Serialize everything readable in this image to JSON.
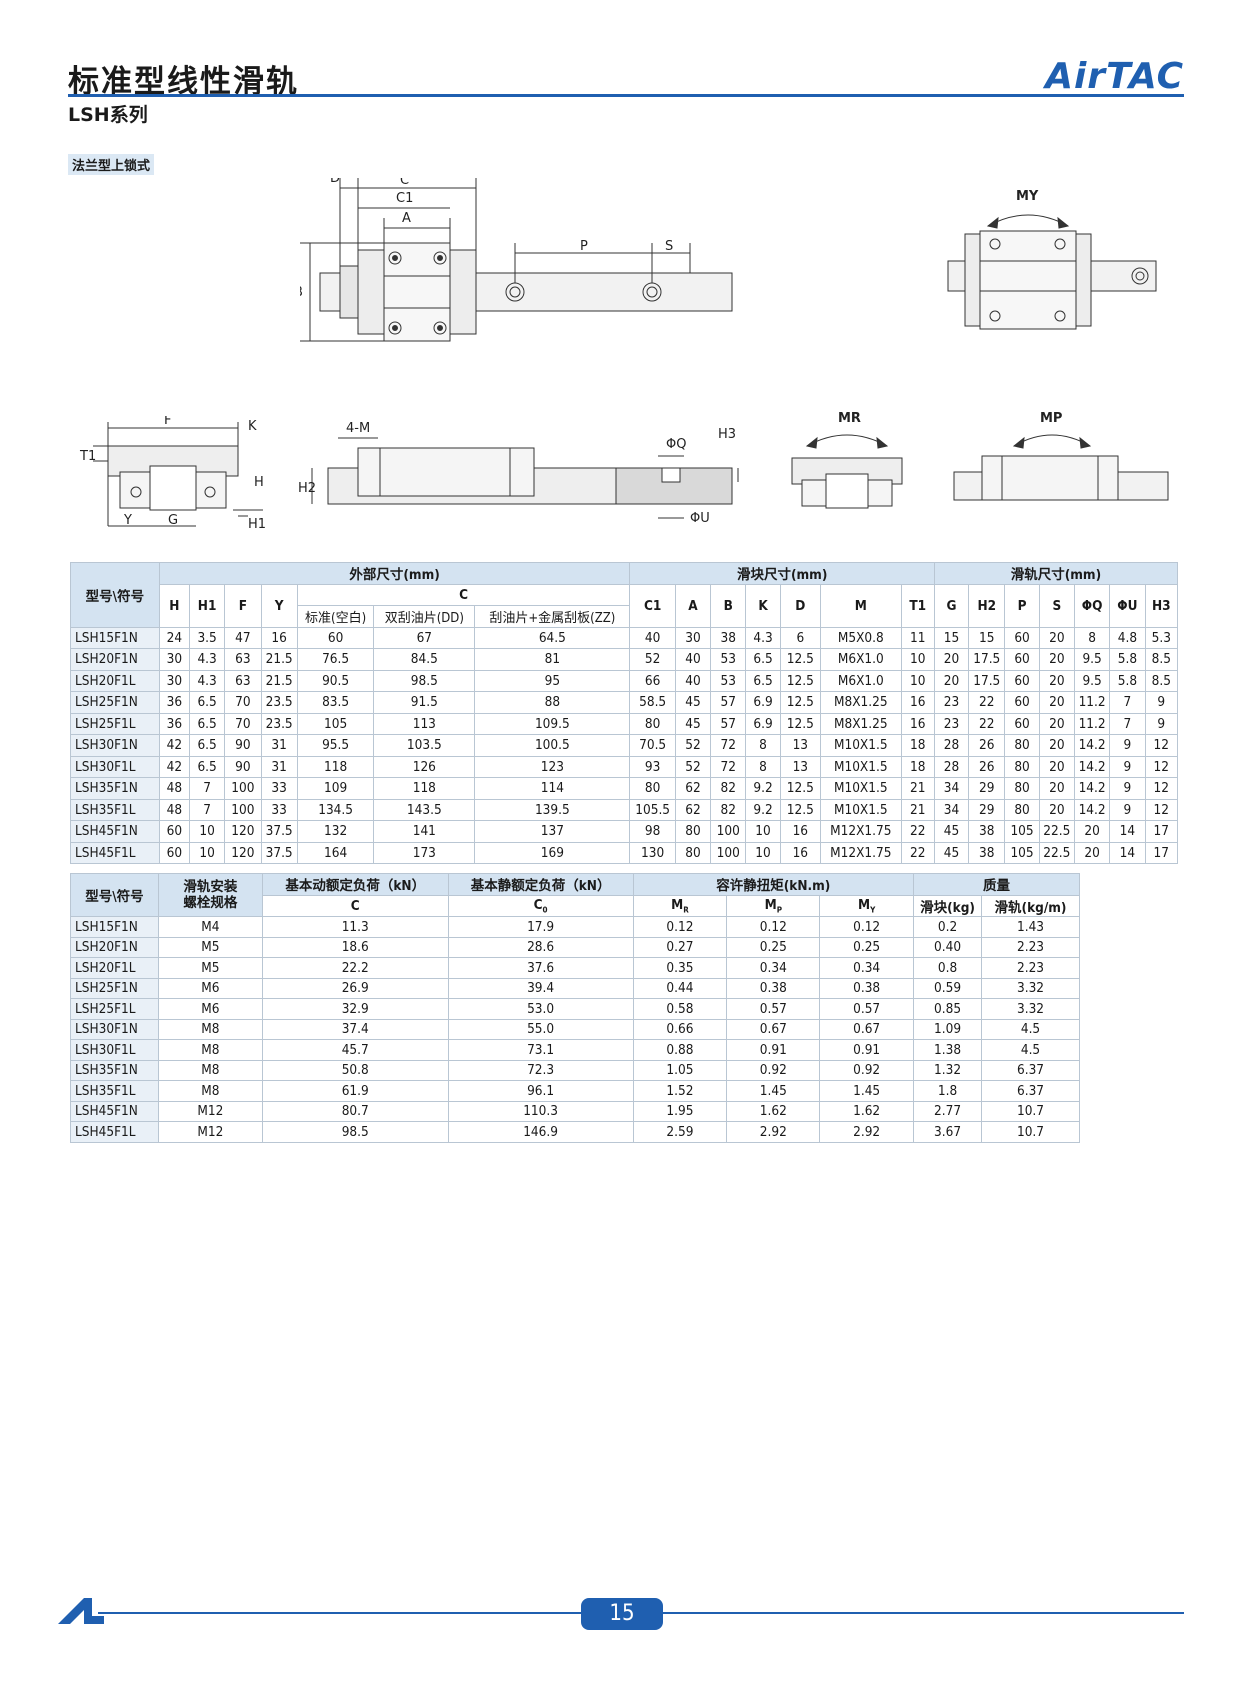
{
  "header": {
    "title": "标准型线性滑轨",
    "logo": "AirTAC",
    "subtitle": "LSH系列",
    "section_tag": "法兰型上锁式"
  },
  "colors": {
    "accent": "#1f5fb0",
    "header_fill": "#d4e3f1",
    "model_fill": "#e9f0f7"
  },
  "drawing_labels": {
    "top_view": [
      "D",
      "C",
      "C1",
      "A",
      "P",
      "S",
      "B"
    ],
    "end_view": [
      "F",
      "K",
      "T1",
      "H",
      "Y",
      "G",
      "H1"
    ],
    "side_view": [
      "4-M",
      "ΦQ",
      "H3",
      "H2",
      "ΦU"
    ],
    "moment_y": "MY",
    "moment_r": "MR",
    "moment_p": "MP"
  },
  "table1": {
    "model_header": "型号\\符号",
    "group_outer": "外部尺寸(mm)",
    "group_block": "滑块尺寸(mm)",
    "group_rail": "滑轨尺寸(mm)",
    "c_group": "C",
    "cols": [
      "H",
      "H1",
      "F",
      "Y",
      "C1",
      "A",
      "B",
      "K",
      "D",
      "M",
      "T1",
      "G",
      "H2",
      "P",
      "S",
      "ΦQ",
      "ΦU",
      "H3"
    ],
    "c_sub": [
      "标准(空白)",
      "双刮油片(DD)",
      "刮油片+金属刮板(ZZ)"
    ],
    "rows": [
      [
        "LSH15F1N",
        "24",
        "3.5",
        "47",
        "16",
        "60",
        "67",
        "64.5",
        "40",
        "30",
        "38",
        "4.3",
        "6",
        "M5X0.8",
        "11",
        "15",
        "15",
        "60",
        "20",
        "8",
        "4.8",
        "5.3"
      ],
      [
        "LSH20F1N",
        "30",
        "4.3",
        "63",
        "21.5",
        "76.5",
        "84.5",
        "81",
        "52",
        "40",
        "53",
        "6.5",
        "12.5",
        "M6X1.0",
        "10",
        "20",
        "17.5",
        "60",
        "20",
        "9.5",
        "5.8",
        "8.5"
      ],
      [
        "LSH20F1L",
        "30",
        "4.3",
        "63",
        "21.5",
        "90.5",
        "98.5",
        "95",
        "66",
        "40",
        "53",
        "6.5",
        "12.5",
        "M6X1.0",
        "10",
        "20",
        "17.5",
        "60",
        "20",
        "9.5",
        "5.8",
        "8.5"
      ],
      [
        "LSH25F1N",
        "36",
        "6.5",
        "70",
        "23.5",
        "83.5",
        "91.5",
        "88",
        "58.5",
        "45",
        "57",
        "6.9",
        "12.5",
        "M8X1.25",
        "16",
        "23",
        "22",
        "60",
        "20",
        "11.2",
        "7",
        "9"
      ],
      [
        "LSH25F1L",
        "36",
        "6.5",
        "70",
        "23.5",
        "105",
        "113",
        "109.5",
        "80",
        "45",
        "57",
        "6.9",
        "12.5",
        "M8X1.25",
        "16",
        "23",
        "22",
        "60",
        "20",
        "11.2",
        "7",
        "9"
      ],
      [
        "LSH30F1N",
        "42",
        "6.5",
        "90",
        "31",
        "95.5",
        "103.5",
        "100.5",
        "70.5",
        "52",
        "72",
        "8",
        "13",
        "M10X1.5",
        "18",
        "28",
        "26",
        "80",
        "20",
        "14.2",
        "9",
        "12"
      ],
      [
        "LSH30F1L",
        "42",
        "6.5",
        "90",
        "31",
        "118",
        "126",
        "123",
        "93",
        "52",
        "72",
        "8",
        "13",
        "M10X1.5",
        "18",
        "28",
        "26",
        "80",
        "20",
        "14.2",
        "9",
        "12"
      ],
      [
        "LSH35F1N",
        "48",
        "7",
        "100",
        "33",
        "109",
        "118",
        "114",
        "80",
        "62",
        "82",
        "9.2",
        "12.5",
        "M10X1.5",
        "21",
        "34",
        "29",
        "80",
        "20",
        "14.2",
        "9",
        "12"
      ],
      [
        "LSH35F1L",
        "48",
        "7",
        "100",
        "33",
        "134.5",
        "143.5",
        "139.5",
        "105.5",
        "62",
        "82",
        "9.2",
        "12.5",
        "M10X1.5",
        "21",
        "34",
        "29",
        "80",
        "20",
        "14.2",
        "9",
        "12"
      ],
      [
        "LSH45F1N",
        "60",
        "10",
        "120",
        "37.5",
        "132",
        "141",
        "137",
        "98",
        "80",
        "100",
        "10",
        "16",
        "M12X1.75",
        "22",
        "45",
        "38",
        "105",
        "22.5",
        "20",
        "14",
        "17"
      ],
      [
        "LSH45F1L",
        "60",
        "10",
        "120",
        "37.5",
        "164",
        "173",
        "169",
        "130",
        "80",
        "100",
        "10",
        "16",
        "M12X1.75",
        "22",
        "45",
        "38",
        "105",
        "22.5",
        "20",
        "14",
        "17"
      ]
    ]
  },
  "table2": {
    "model_header": "型号\\符号",
    "bolt_header_l1": "滑轨安装",
    "bolt_header_l2": "螺栓规格",
    "dynamic_header": "基本动额定负荷（kN）",
    "static_header": "基本静额定负荷（kN）",
    "moment_header": "容许静扭矩(kN.m)",
    "mass_header": "质量",
    "dyn_sub": "C",
    "stat_sub": "C",
    "stat_sub_index": "0",
    "m_sub": [
      "M",
      "M",
      "M"
    ],
    "m_sub_index": [
      "R",
      "P",
      "Y"
    ],
    "mass_sub": [
      "滑块(kg)",
      "滑轨(kg/m)"
    ],
    "rows": [
      [
        "LSH15F1N",
        "M4",
        "11.3",
        "17.9",
        "0.12",
        "0.12",
        "0.12",
        "0.2",
        "1.43"
      ],
      [
        "LSH20F1N",
        "M5",
        "18.6",
        "28.6",
        "0.27",
        "0.25",
        "0.25",
        "0.40",
        "2.23"
      ],
      [
        "LSH20F1L",
        "M5",
        "22.2",
        "37.6",
        "0.35",
        "0.34",
        "0.34",
        "0.8",
        "2.23"
      ],
      [
        "LSH25F1N",
        "M6",
        "26.9",
        "39.4",
        "0.44",
        "0.38",
        "0.38",
        "0.59",
        "3.32"
      ],
      [
        "LSH25F1L",
        "M6",
        "32.9",
        "53.0",
        "0.58",
        "0.57",
        "0.57",
        "0.85",
        "3.32"
      ],
      [
        "LSH30F1N",
        "M8",
        "37.4",
        "55.0",
        "0.66",
        "0.67",
        "0.67",
        "1.09",
        "4.5"
      ],
      [
        "LSH30F1L",
        "M8",
        "45.7",
        "73.1",
        "0.88",
        "0.91",
        "0.91",
        "1.38",
        "4.5"
      ],
      [
        "LSH35F1N",
        "M8",
        "50.8",
        "72.3",
        "1.05",
        "0.92",
        "0.92",
        "1.32",
        "6.37"
      ],
      [
        "LSH35F1L",
        "M8",
        "61.9",
        "96.1",
        "1.52",
        "1.45",
        "1.45",
        "1.8",
        "6.37"
      ],
      [
        "LSH45F1N",
        "M12",
        "80.7",
        "110.3",
        "1.95",
        "1.62",
        "1.62",
        "2.77",
        "10.7"
      ],
      [
        "LSH45F1L",
        "M12",
        "98.5",
        "146.9",
        "2.59",
        "2.92",
        "2.92",
        "3.67",
        "10.7"
      ]
    ]
  },
  "footer": {
    "page_number": "15"
  }
}
